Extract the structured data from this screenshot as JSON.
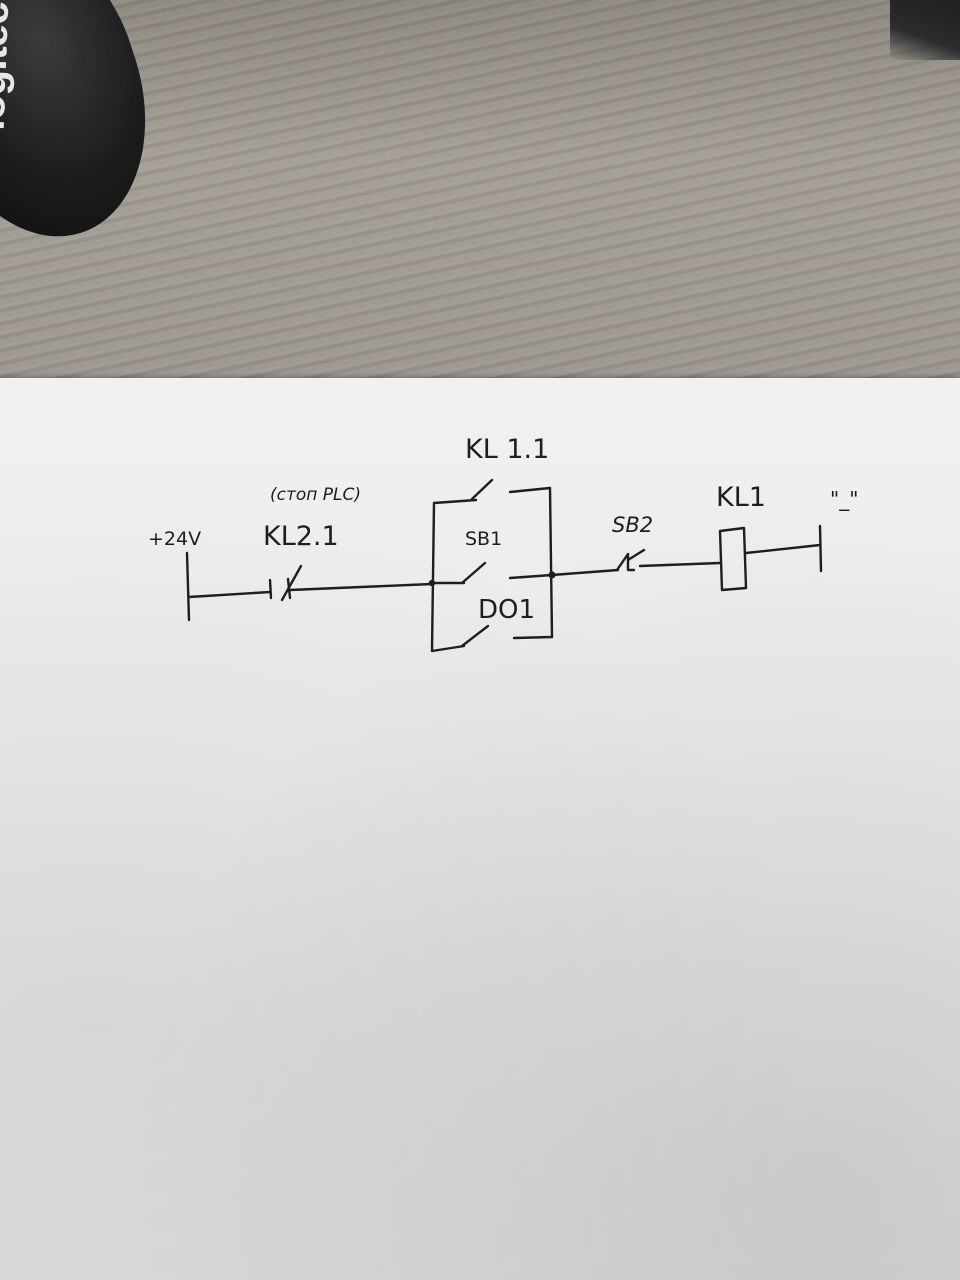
{
  "background": {
    "mouse_logo": "logitech",
    "colors": {
      "desk": "#9a958d",
      "paper": "#ececeb",
      "ink": "#1e1e22"
    }
  },
  "diagram": {
    "supply_label": "+24V",
    "stop_note": "(стоп PLC)",
    "contact_kl21": "KL2.1",
    "contact_kl11": "KL 1.1",
    "button_sb1": "SB1",
    "output_do1": "DO1",
    "button_sb2": "SB2",
    "coil_kl1": "KL1",
    "return_label": "\"_\""
  }
}
